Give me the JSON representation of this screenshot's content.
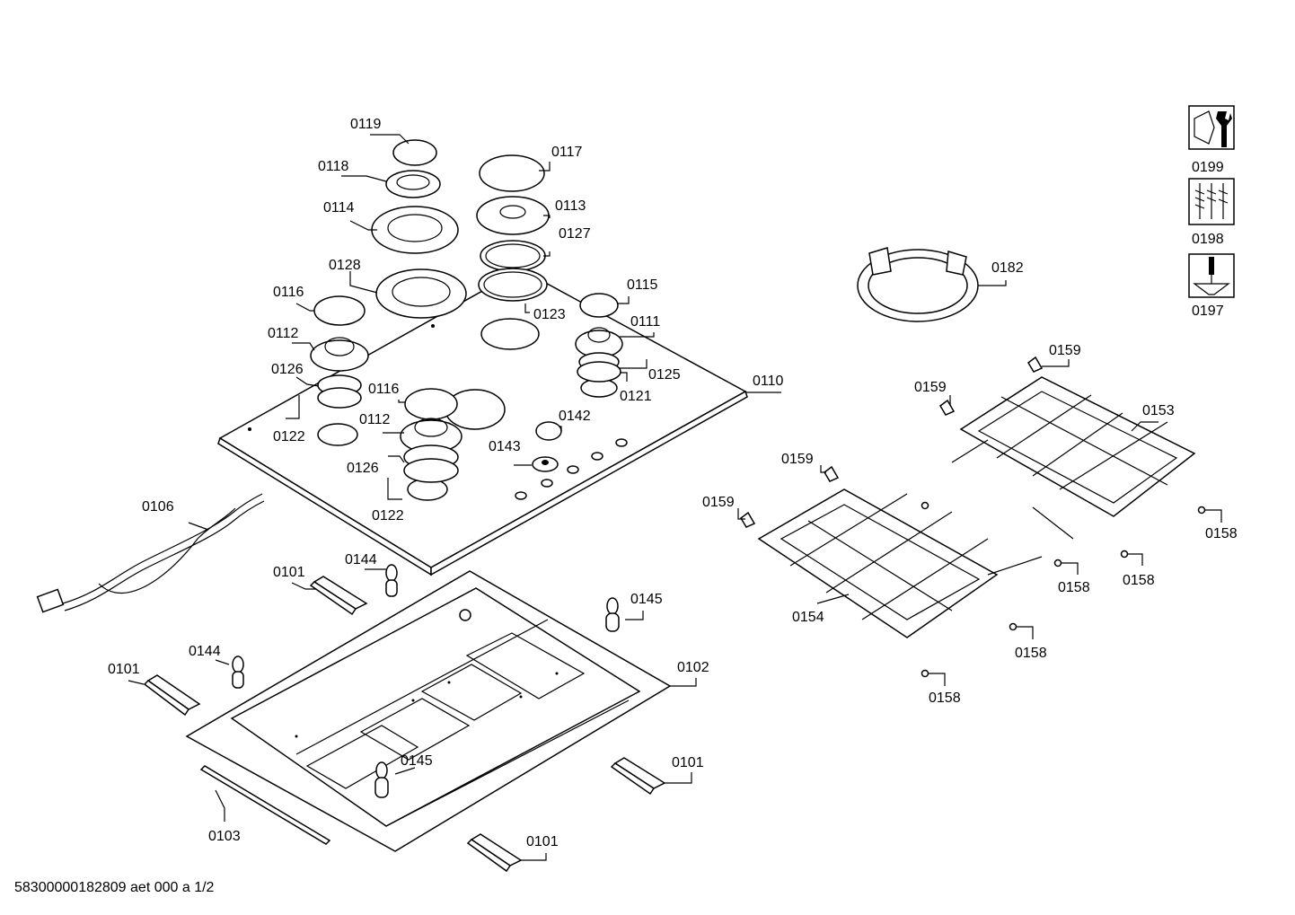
{
  "labels": {
    "p0119": "0119",
    "p0118": "0118",
    "p0117": "0117",
    "p0114": "0114",
    "p0113": "0113",
    "p0127": "0127",
    "p0128": "0128",
    "p0116a": "0116",
    "p0115": "0115",
    "p0123": "0123",
    "p0112a": "0112",
    "p0111": "0111",
    "p0126a": "0126",
    "p0125": "0125",
    "p0121": "0121",
    "p0116b": "0116",
    "p0110": "0110",
    "p0122a": "0122",
    "p0112b": "0112",
    "p0142": "0142",
    "p0143": "0143",
    "p0126b": "0126",
    "p0122b": "0122",
    "p0106": "0106",
    "p0101a": "0101",
    "p0144a": "0144",
    "p0145a": "0145",
    "p0144b": "0144",
    "p0101b": "0101",
    "p0102": "0102",
    "p0145b": "0145",
    "p0101c": "0101",
    "p0103": "0103",
    "p0101d": "0101",
    "p0182": "0182",
    "p0199": "0199",
    "p0198": "0198",
    "p0197": "0197",
    "p0159a": "0159",
    "p0159b": "0159",
    "p0153": "0153",
    "p0159c": "0159",
    "p0159d": "0159",
    "p0154": "0154",
    "p0158a": "0158",
    "p0158b": "0158",
    "p0158c": "0158",
    "p0158d": "0158",
    "p0158e": "0158"
  },
  "icons": [
    "screw-nut-wrench-icon",
    "screws-icon",
    "screwdriver-icon"
  ],
  "footer": "58300000182809 aet 000 a 1/2"
}
